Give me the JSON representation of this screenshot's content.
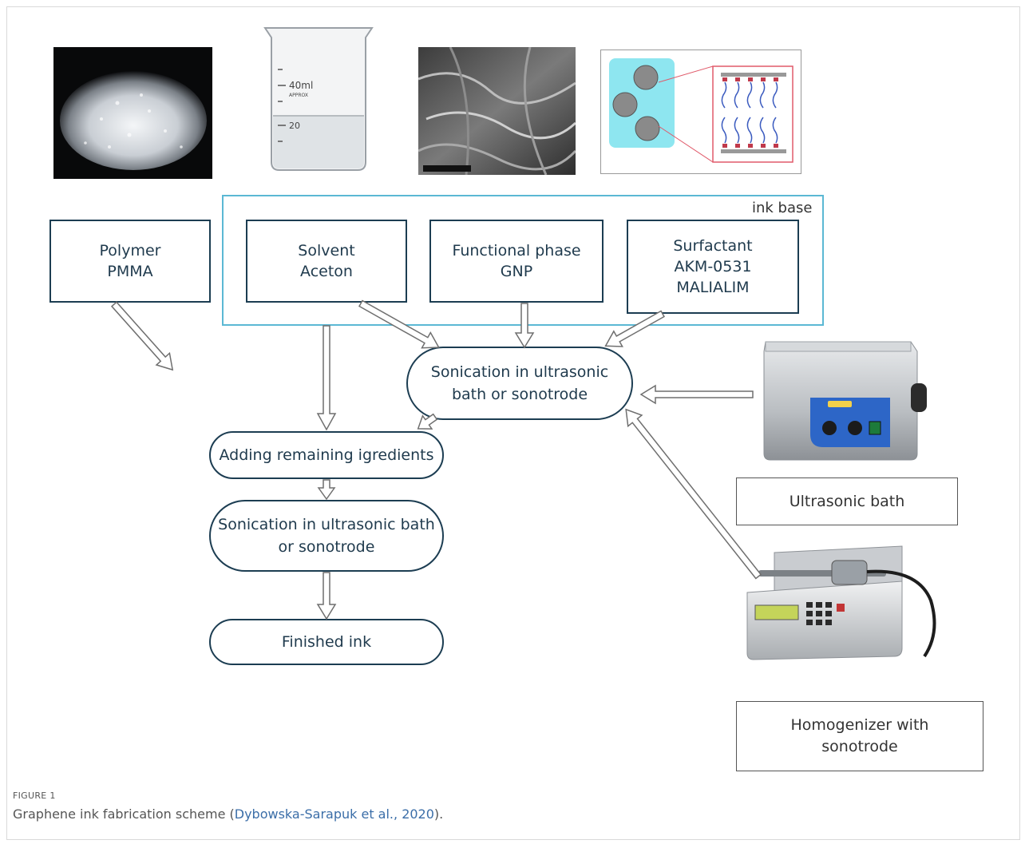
{
  "ink_base_label": "ink base",
  "inputs": [
    {
      "line1": "Polymer",
      "line2": "PMMA"
    },
    {
      "line1": "Solvent",
      "line2": "Aceton"
    },
    {
      "line1": "Functional phase",
      "line2": "GNP"
    },
    {
      "line1": "Surfactant",
      "line2": "AKM-0531\nMALIALIM"
    }
  ],
  "process": {
    "sonication_top": "Sonication in ultrasonic\nbath or sonotrode",
    "adding": "Adding remaining igredients",
    "sonication_bottom": "Sonication in ultrasonic bath\nor sonotrode",
    "finished": "Finished ink"
  },
  "equipment": {
    "bath_label": "Ultrasonic bath",
    "homogenizer_label": "Homogenizer with\nsonotrode"
  },
  "caption": {
    "figure_number": "FIGURE 1",
    "text_before": "Graphene ink fabrication scheme (",
    "citation": "Dybowska-Sarapuk et al., 2020",
    "text_after": ")."
  },
  "photo_annotations": {
    "beaker_mark_top": "40ml",
    "beaker_mark_sub": "APPROX",
    "beaker_mark_bottom": "20"
  }
}
